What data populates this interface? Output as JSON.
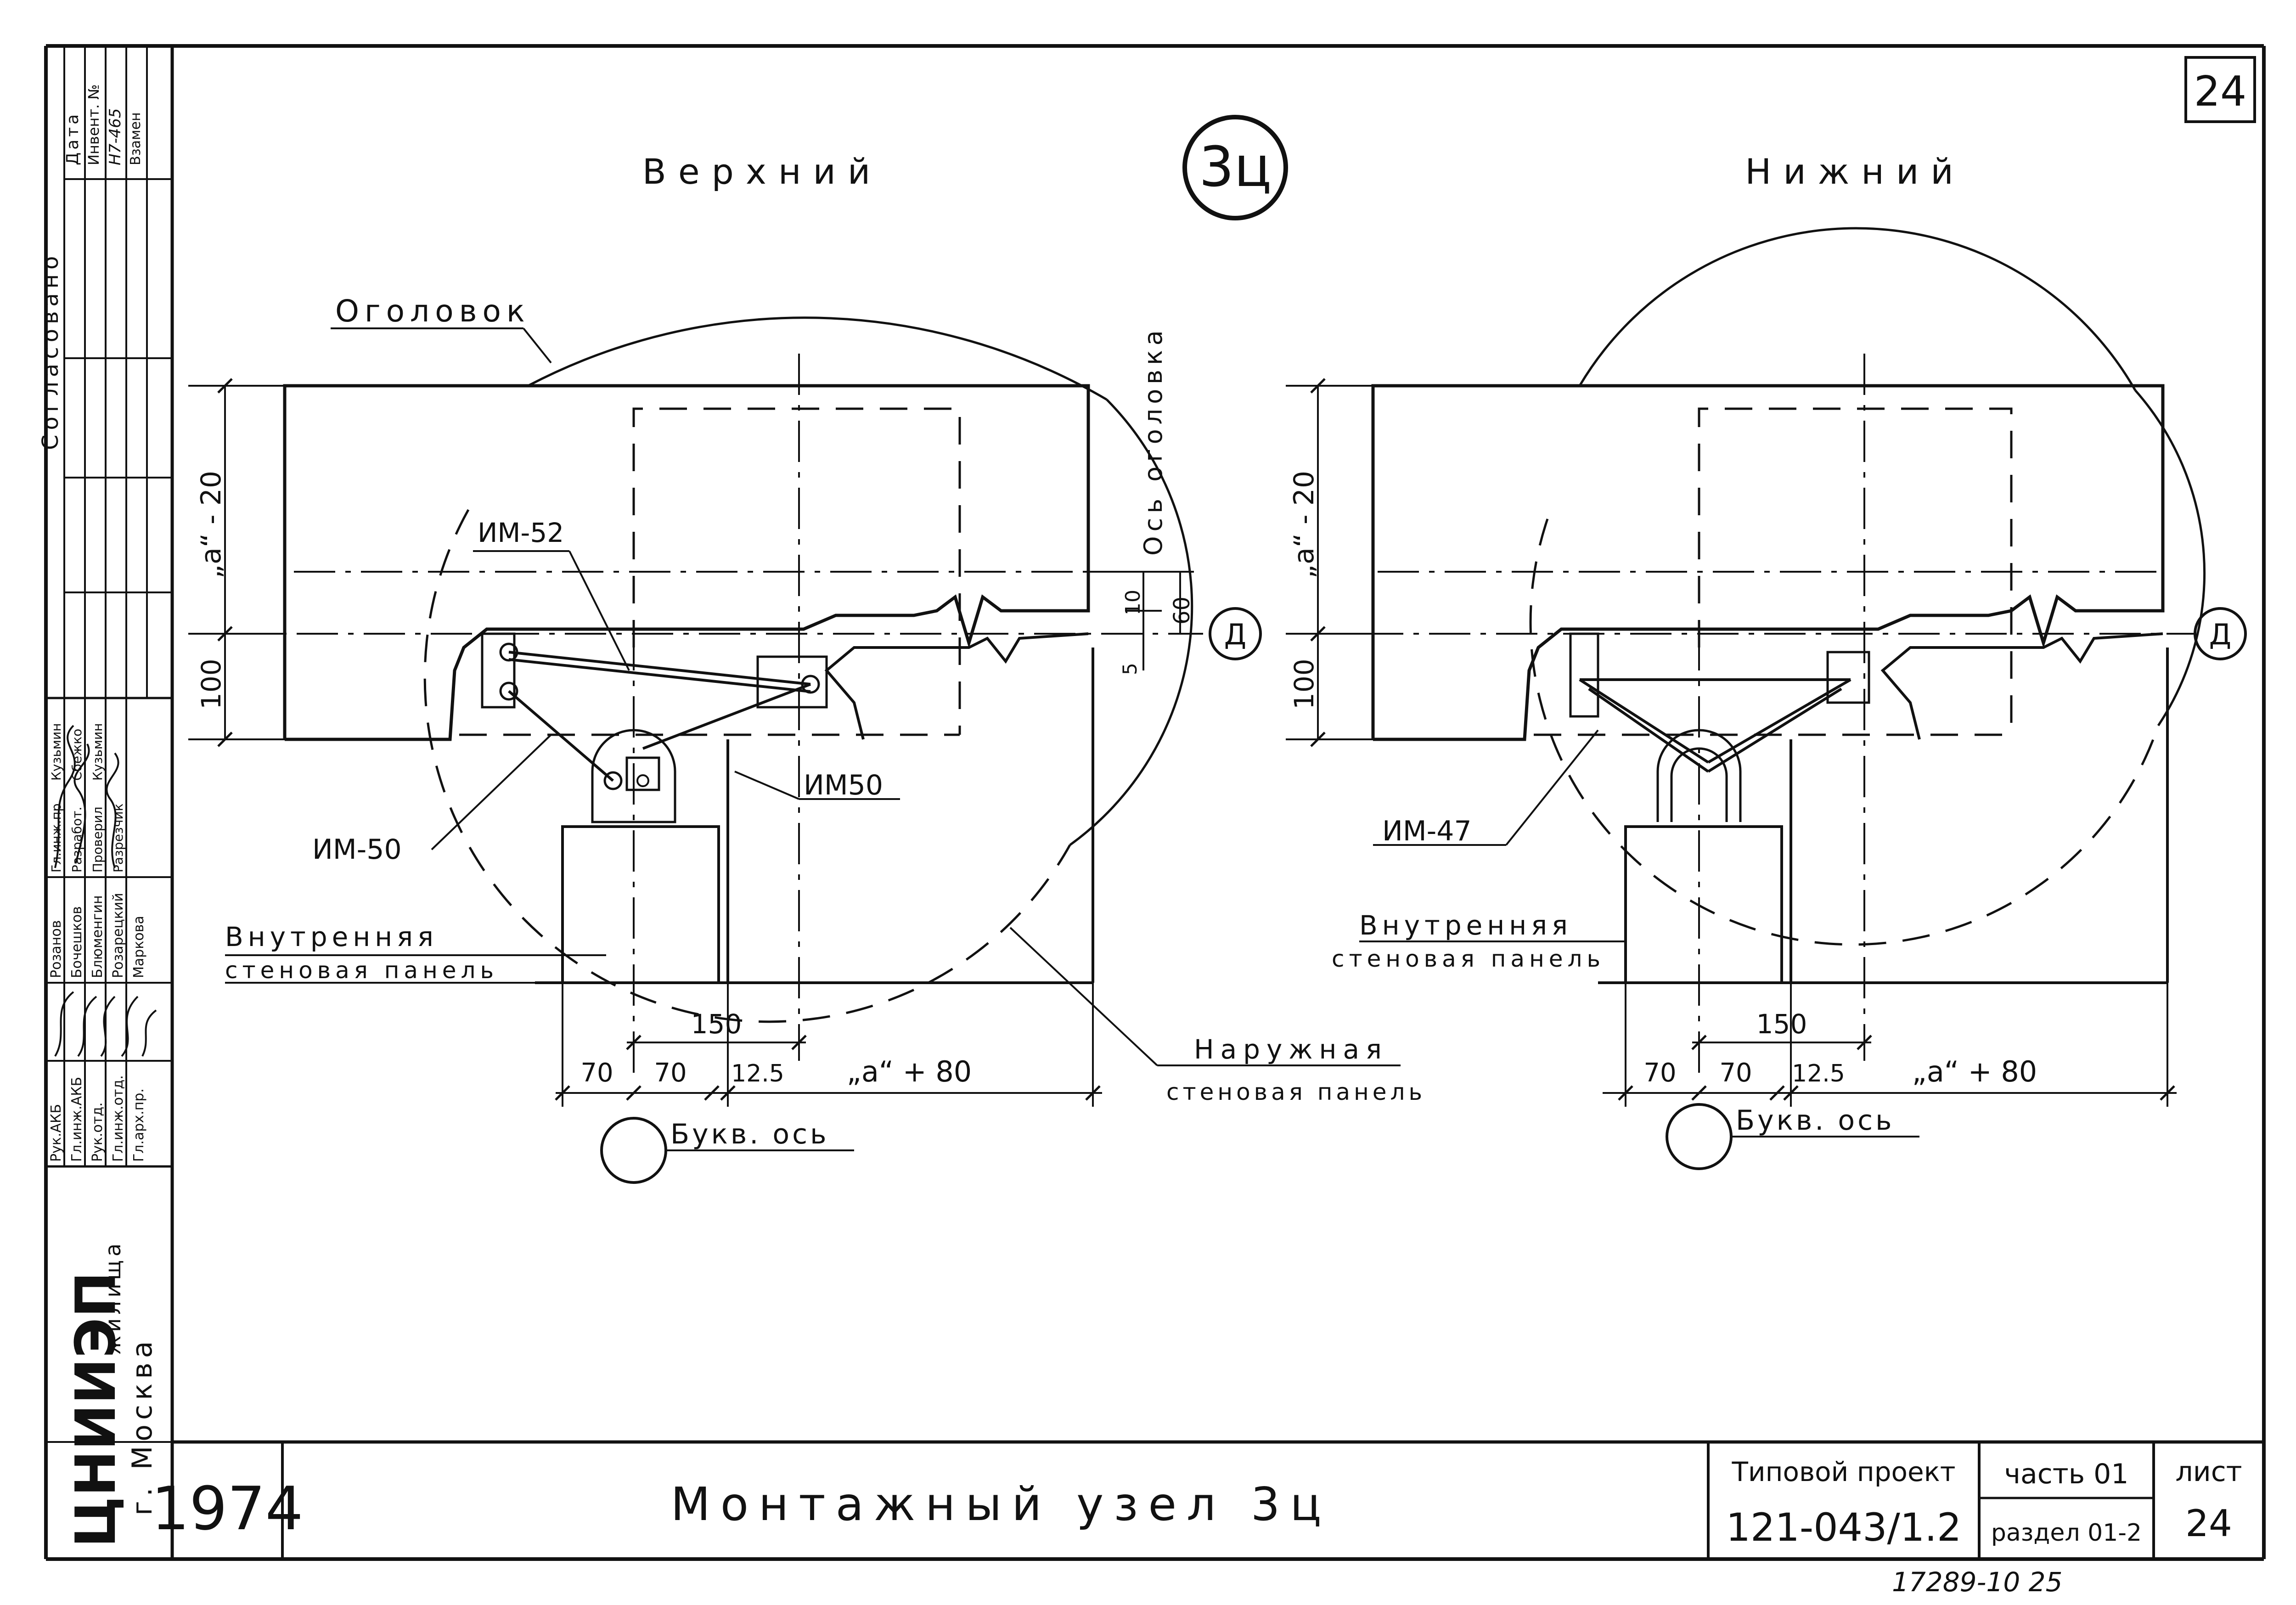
{
  "sheet_number": "24",
  "node_mark": "3ц",
  "views": {
    "left_title": "Верхний",
    "right_title": "Нижний"
  },
  "labels": {
    "ogolovok": "Оголовок",
    "axis_ogolovka": "Ось оголовка",
    "axis_marker": "Д",
    "inner_panel_1": "Внутренняя",
    "inner_panel_2": "стеновая панель",
    "outer_panel_1": "Наружная",
    "outer_panel_2": "стеновая панель",
    "letter_axis": "Букв. ось"
  },
  "parts": {
    "im52": "ИМ-52",
    "im50_left": "ИМ-50",
    "im50_right": "ИМ50",
    "im47": "ИМ-47"
  },
  "dimensions": {
    "a_minus_20": "„а“ - 20",
    "d100": "100",
    "d150": "150",
    "d70": "70",
    "d12_5": "12.5",
    "a_plus_80": "„а“ + 80",
    "d10": "10",
    "d60": "60",
    "d5": "5"
  },
  "side_block": {
    "agreed": "Согласовано",
    "date": "Дата",
    "inv": "Инвент. №",
    "inv_no": "Н7-465",
    "vzamen": "Взамен",
    "roles": [
      "Рук.АКБ",
      "Гл.инж.АКБ",
      "Рук.отд.",
      "Гл.инж.отд.",
      "Гл.арх.пр."
    ],
    "names": [
      "Розанов",
      "Бочешков",
      "Блюменгин",
      "Розарецкий",
      "Маркова"
    ],
    "roles2": [
      "Гл.инж.пр.",
      "Разработ.",
      "Проверил",
      "Разрезчик"
    ],
    "names2": [
      "Кузьмин",
      "Сбежко",
      "Кузьмин",
      ""
    ],
    "org_1": "ЦНИИЭП",
    "org_2": "жилища",
    "org_3": "г. Москва"
  },
  "title_block": {
    "year": "1974",
    "title": "Монтажный узел 3ц",
    "project_label": "Типовой проект",
    "project_number": "121-043/1.2",
    "part": "часть 01",
    "section": "раздел 01-2",
    "sheet_label": "лист",
    "sheet_value": "24"
  },
  "bottom_code": "17289-10   25"
}
